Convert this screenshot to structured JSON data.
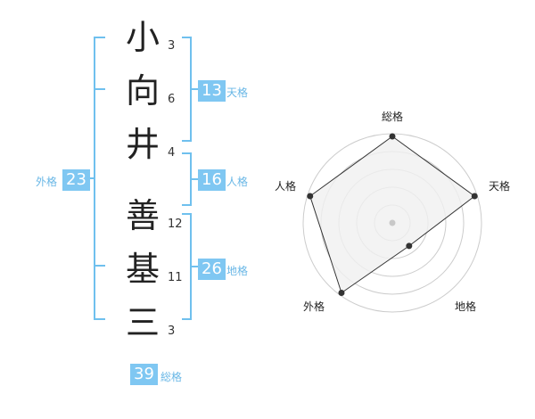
{
  "name": {
    "chars": [
      {
        "char": "小",
        "strokes": "3"
      },
      {
        "char": "向",
        "strokes": "6"
      },
      {
        "char": "井",
        "strokes": "4"
      },
      {
        "char": "善",
        "strokes": "12"
      },
      {
        "char": "基",
        "strokes": "11"
      },
      {
        "char": "三",
        "strokes": "3"
      }
    ]
  },
  "scores": {
    "tenkaku": {
      "label": "天格",
      "value": "13"
    },
    "jinkaku": {
      "label": "人格",
      "value": "16"
    },
    "chikaku": {
      "label": "地格",
      "value": "26"
    },
    "gaikaku": {
      "label": "外格",
      "value": "23"
    },
    "soukaku": {
      "label": "総格",
      "value": "39"
    }
  },
  "chart_data": {
    "type": "radar",
    "axes": [
      "総格",
      "天格",
      "地格",
      "外格",
      "人格"
    ],
    "values": [
      0.97,
      0.97,
      0.32,
      0.97,
      0.97
    ],
    "scale": [
      0,
      1
    ],
    "rings": 5,
    "grid": true,
    "colors": {
      "line": "#333333",
      "fill": "#f0f0f0",
      "grid": "#cccccc",
      "point": "#333333",
      "center": "#c8c8c8"
    }
  },
  "colors": {
    "bracket": "#6fc0ee",
    "badge": "#7fc7f2"
  }
}
